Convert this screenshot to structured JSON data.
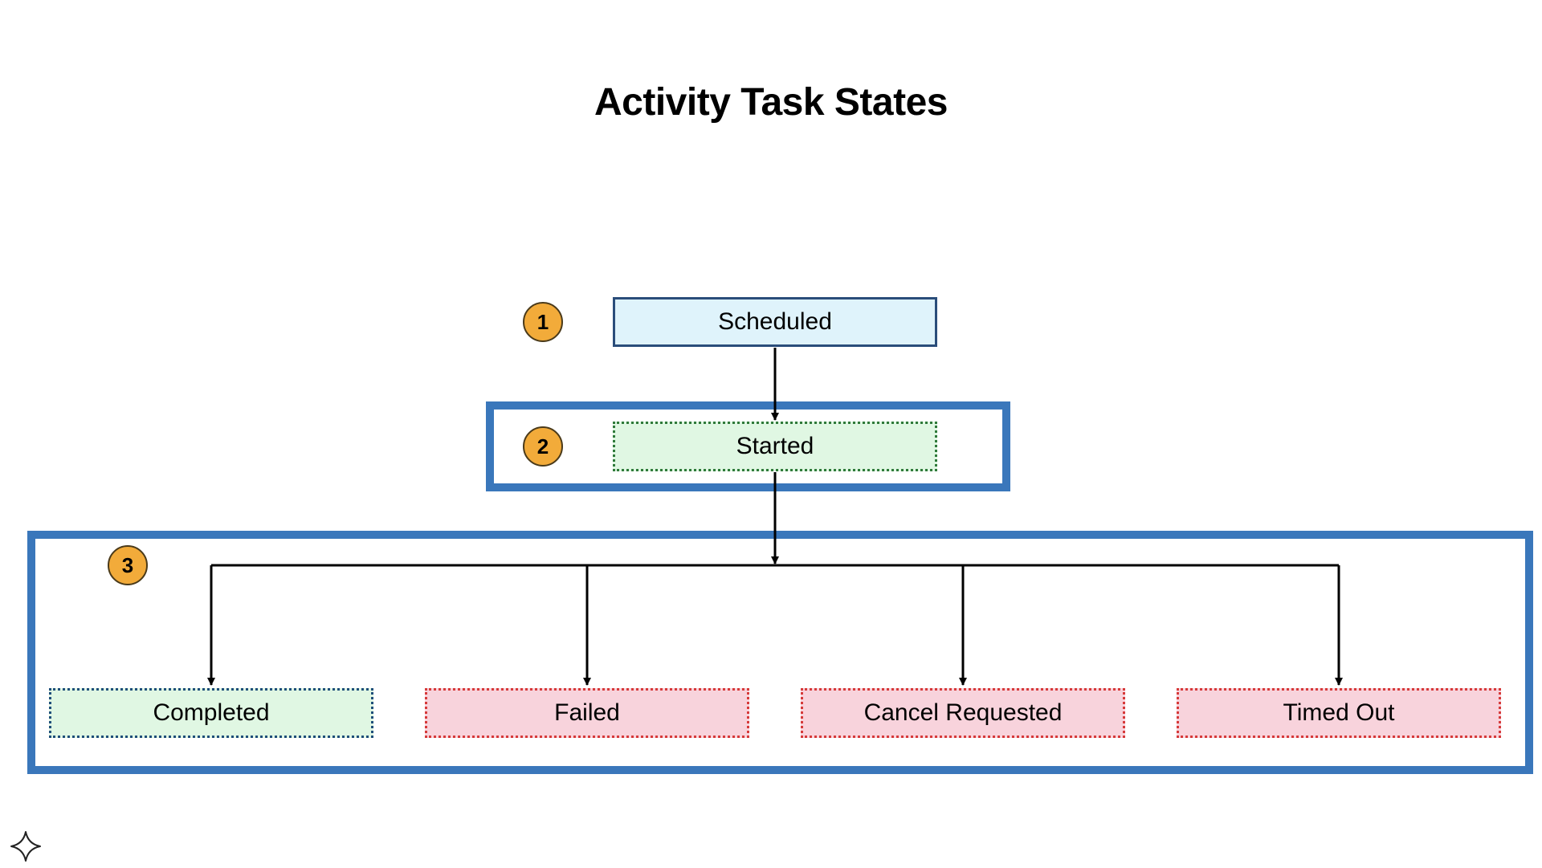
{
  "diagram": {
    "title": "Activity Task States",
    "states": {
      "scheduled": "Scheduled",
      "started": "Started",
      "completed": "Completed",
      "failed": "Failed",
      "cancel_requested": "Cancel Requested",
      "timed_out": "Timed Out"
    },
    "badges": {
      "step1": "1",
      "step2": "2",
      "step3": "3"
    }
  },
  "icons": {
    "move_handle": "move-handle-icon"
  },
  "colors": {
    "frame": "#3a77bb",
    "badge": "#f2ab3a",
    "scheduled_fill": "#dff3fb",
    "success_fill": "#e0f7e3",
    "error_fill": "#f8d3dc",
    "error_border": "#d63a3a"
  }
}
